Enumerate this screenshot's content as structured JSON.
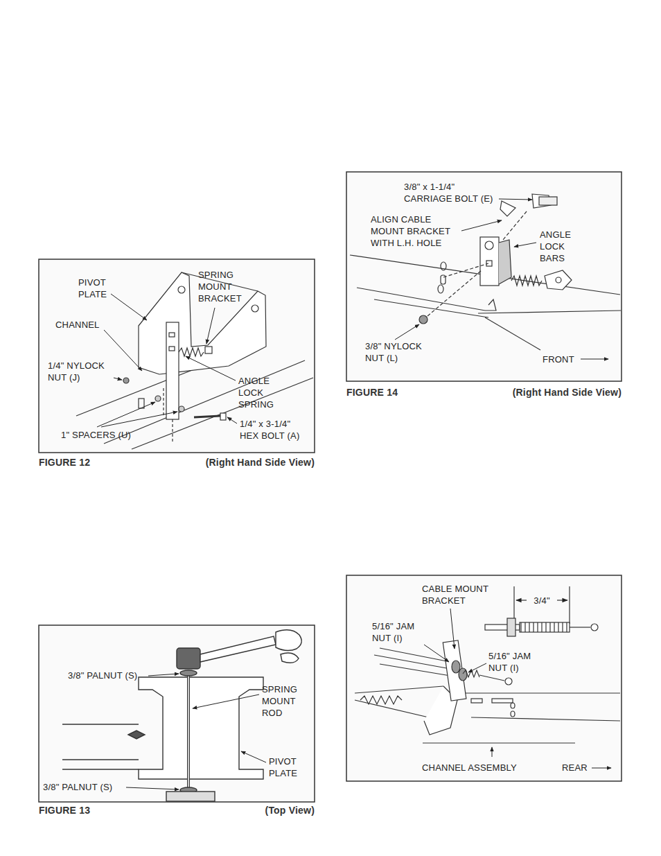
{
  "diagram": {
    "labels": [
      "PIVOT PLATE",
      "SPRING MOUNT BRACKET",
      "CHANNEL",
      "1/4\" NYLOCK NUT (J)",
      "ANGLE LOCK SPRING",
      "1\" SPACERS (U)",
      "1/4\" x 3-1/4\" HEX BOLT (A)",
      "FIGURE 12",
      "(Right Hand Side View)",
      "3/8\" PALNUT (S)",
      "SPRING MOUNT ROD",
      "PIVOT PLATE",
      "3/8\" PALNUT (S)",
      "FIGURE 13",
      "(Top View)",
      "3/8\" x 1-1/4\" CARRIAGE BOLT (E)",
      "ALIGN CABLE MOUNT BRACKET WITH L.H. HOLE",
      "ANGLE LOCK BARS",
      "3/8\" NYLOCK NUT (L)",
      "FRONT",
      "FIGURE 14",
      "(Right Hand Side View)",
      "CABLE MOUNT BRACKET",
      "3/4\"",
      "5/16\" JAM NUT (I)",
      "5/16\" JAM NUT (I)",
      "CHANNEL ASSEMBLY",
      "REAR"
    ]
  }
}
